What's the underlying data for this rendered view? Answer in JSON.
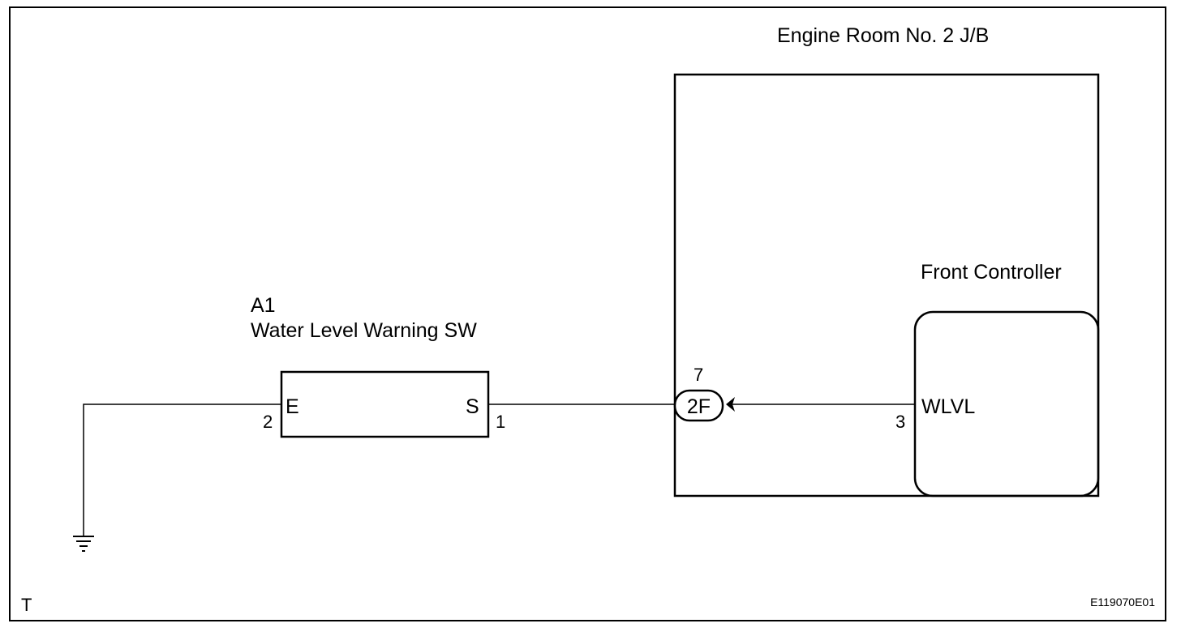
{
  "junction_block": {
    "title": "Engine Room No. 2 J/B"
  },
  "front_controller": {
    "title": "Front Controller",
    "terminal_label": "WLVL",
    "pin": "3"
  },
  "connector": {
    "pin": "7",
    "code": "2F"
  },
  "switch": {
    "code": "A1",
    "name": "Water Level Warning SW",
    "terminal_left": "E",
    "terminal_right": "S",
    "pin_left": "2",
    "pin_right": "1"
  },
  "corner_label": "T",
  "figure_id": "E119070E01"
}
